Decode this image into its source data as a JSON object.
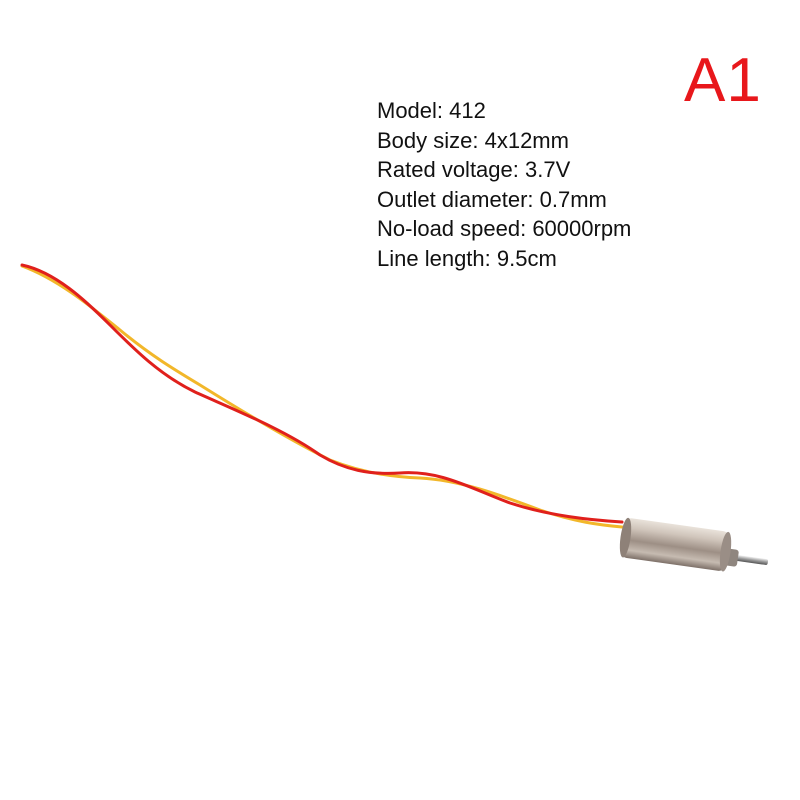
{
  "label": "A1",
  "specs": [
    "Model: 412",
    "Body size: 4x12mm",
    "Rated voltage: 3.7V",
    "Outlet diameter: 0.7mm",
    "No-load speed: 60000rpm",
    "Line length: 9.5cm"
  ],
  "colors": {
    "background": "#ffffff",
    "label": "#e8171b",
    "text": "#111111",
    "wire_red": "#e0201c",
    "wire_yellow": "#f2b72a",
    "motor_body": "#b8aaa0"
  }
}
